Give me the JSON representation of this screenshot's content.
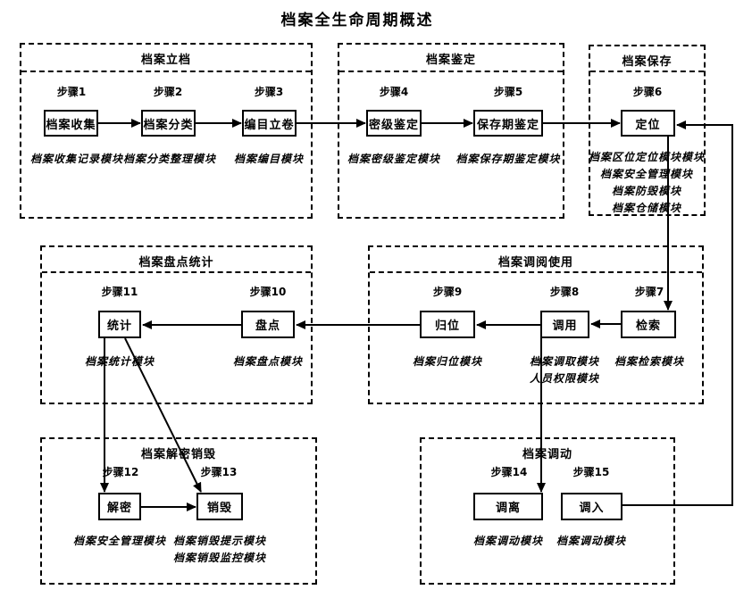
{
  "title": "档案全生命周期概述",
  "colors": {
    "line": "#000000",
    "background": "#ffffff"
  },
  "groups": {
    "lidang": {
      "title": "档案立档"
    },
    "jianding": {
      "title": "档案鉴定"
    },
    "baocun": {
      "title": "档案保存"
    },
    "pandian": {
      "title": "档案盘点统计"
    },
    "diaoyue": {
      "title": "档案调阅使用"
    },
    "jiemi": {
      "title": "档案解密销毁"
    },
    "diaodong": {
      "title": "档案调动"
    }
  },
  "steps": {
    "s1": {
      "step": "步骤1",
      "label": "档案收集",
      "module1": "档案收集记录模块"
    },
    "s2": {
      "step": "步骤2",
      "label": "档案分类",
      "module1": "档案分类整理模块"
    },
    "s3": {
      "step": "步骤3",
      "label": "编目立卷",
      "module1": "档案编目模块"
    },
    "s4": {
      "step": "步骤4",
      "label": "密级鉴定",
      "module1": "档案密级鉴定模块"
    },
    "s5": {
      "step": "步骤5",
      "label": "保存期鉴定",
      "module1": "档案保存期鉴定模块"
    },
    "s6": {
      "step": "步骤6",
      "label": "定位",
      "module1": "档案区位定位模块模块",
      "module2": "档案安全管理模块",
      "module3": "档案防毁模块",
      "module4": "档案仓储模块"
    },
    "s7": {
      "step": "步骤7",
      "label": "检索",
      "module1": "档案检索模块"
    },
    "s8": {
      "step": "步骤8",
      "label": "调用",
      "module1": "档案调取模块",
      "module2": "人员权限模块"
    },
    "s9": {
      "step": "步骤9",
      "label": "归位",
      "module1": "档案归位模块"
    },
    "s10": {
      "step": "步骤10",
      "label": "盘点",
      "module1": "档案盘点模块"
    },
    "s11": {
      "step": "步骤11",
      "label": "统计",
      "module1": "档案统计模块"
    },
    "s12": {
      "step": "步骤12",
      "label": "解密",
      "module1": "档案安全管理模块"
    },
    "s13": {
      "step": "步骤13",
      "label": "销毁",
      "module1": "档案销毁提示模块",
      "module2": "档案销毁监控模块"
    },
    "s14": {
      "step": "步骤14",
      "label": "调离",
      "module1": "档案调动模块"
    },
    "s15": {
      "step": "步骤15",
      "label": "调入",
      "module1": "档案调动模块"
    }
  }
}
